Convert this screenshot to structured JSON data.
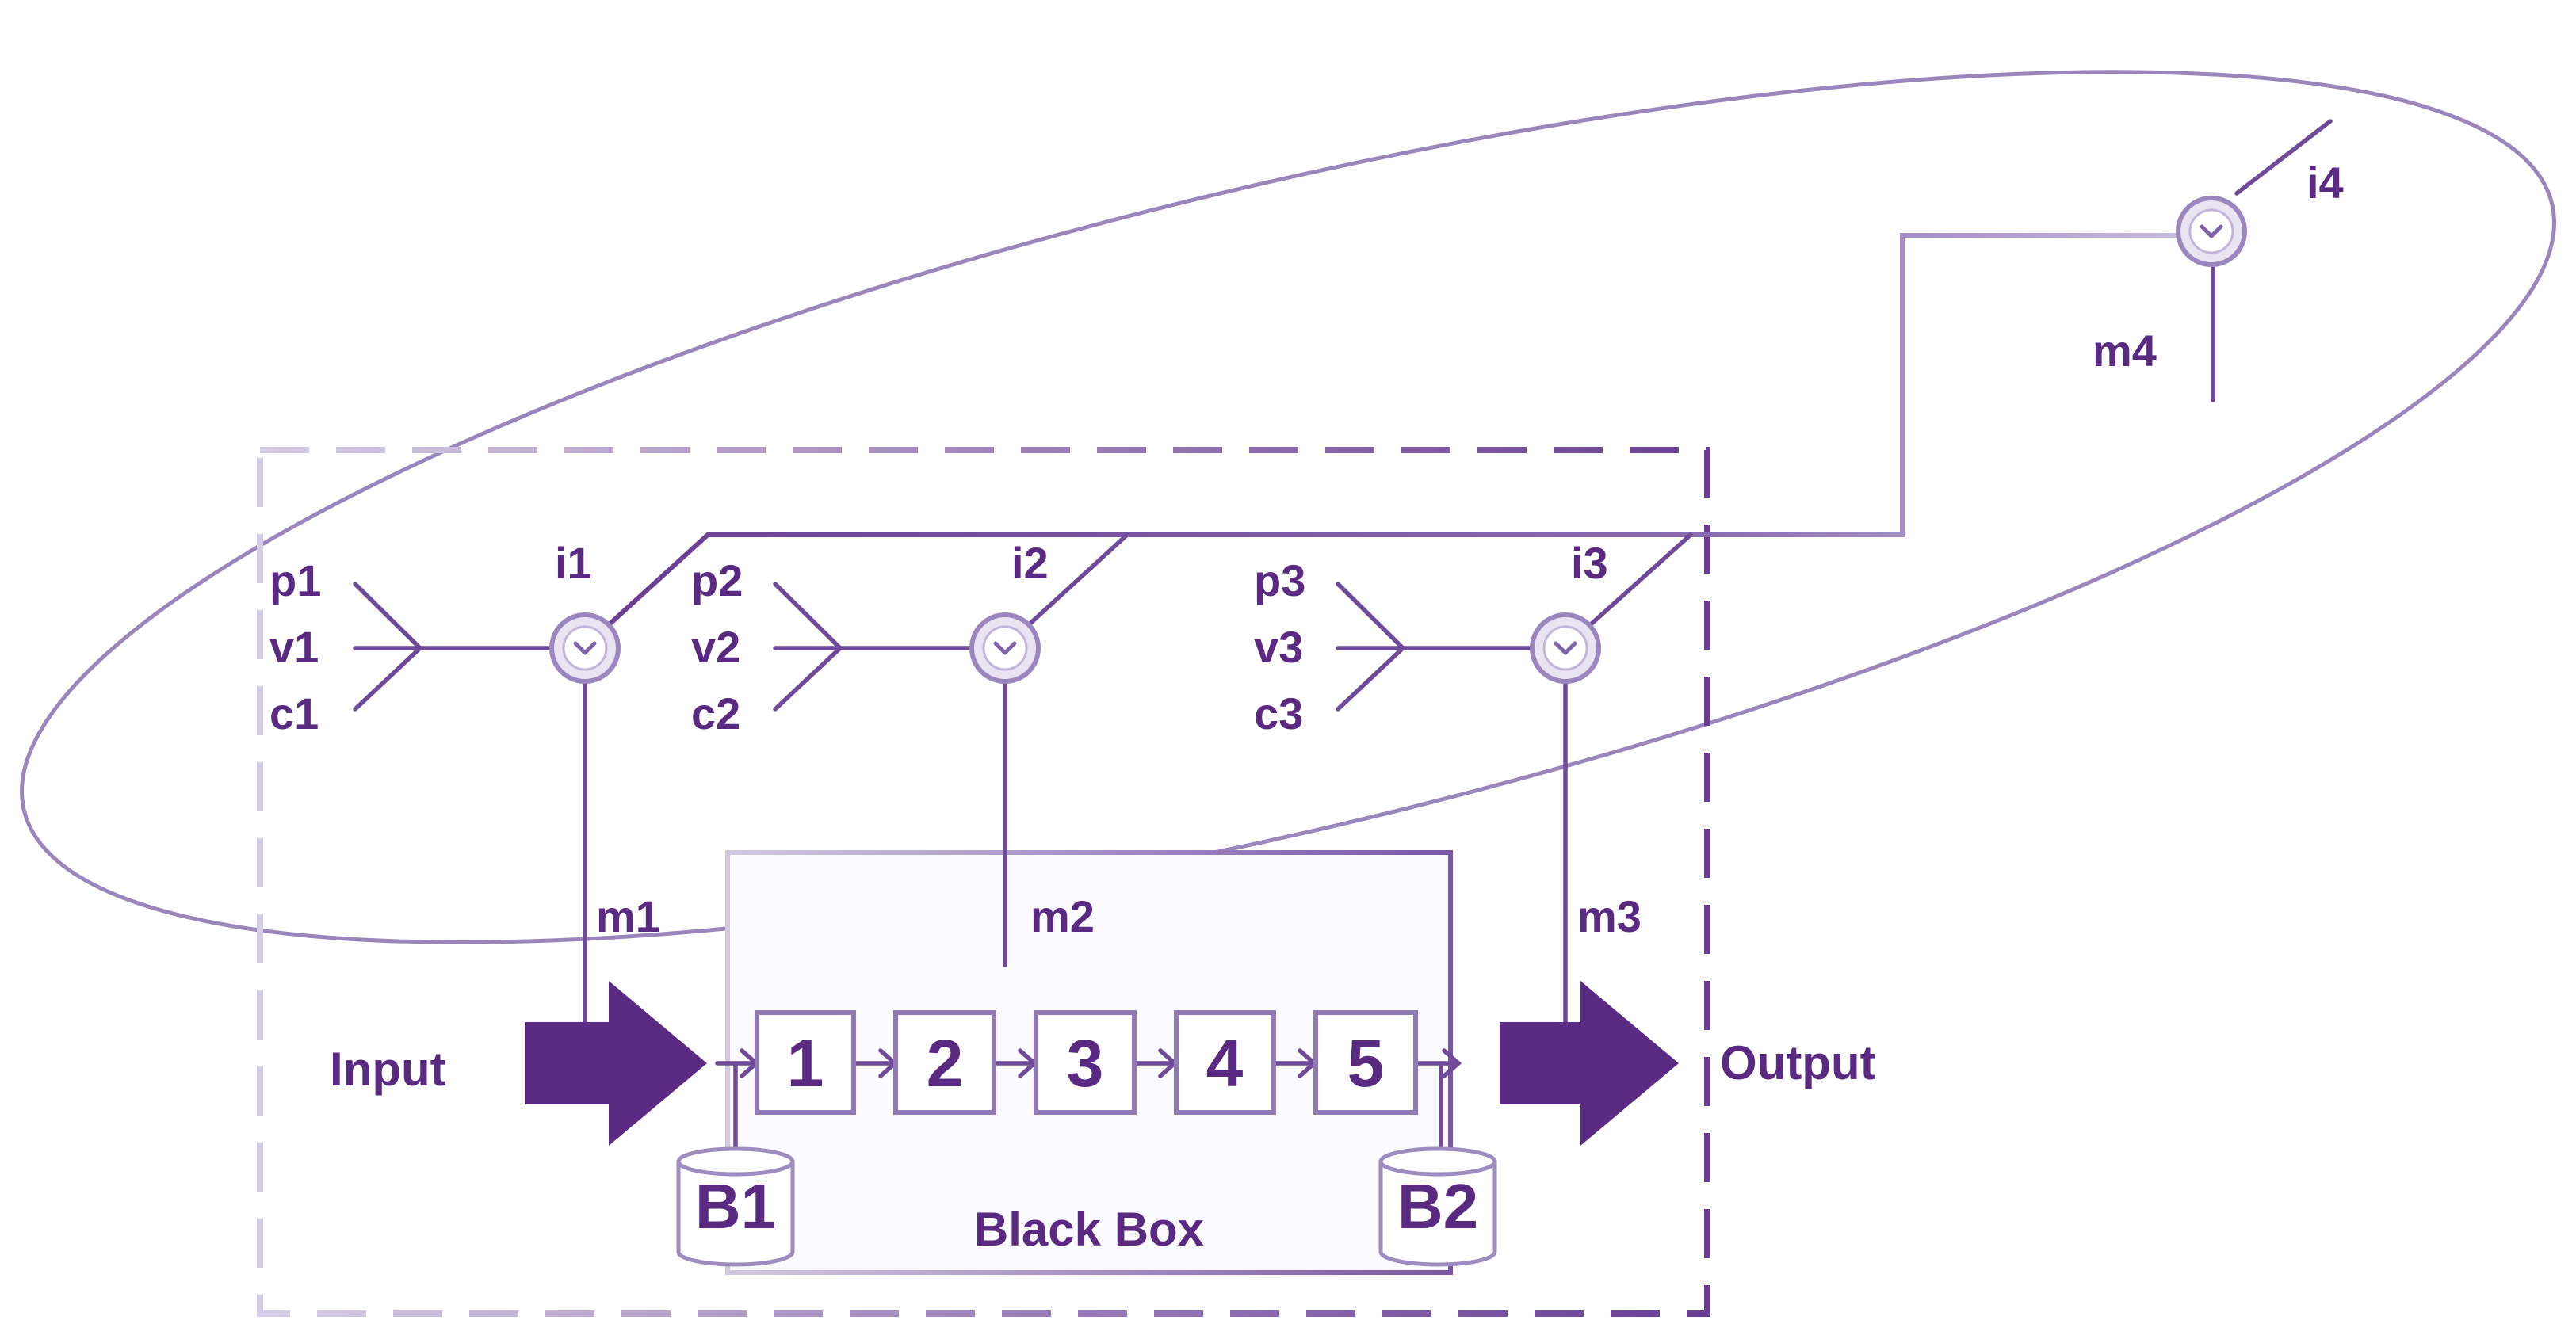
{
  "labels": {
    "p1": "p1",
    "v1": "v1",
    "c1": "c1",
    "i1": "i1",
    "m1": "m1",
    "p2": "p2",
    "v2": "v2",
    "c2": "c2",
    "i2": "i2",
    "m2": "m2",
    "p3": "p3",
    "v3": "v3",
    "c3": "c3",
    "i3": "i3",
    "m3": "m3",
    "i4": "i4",
    "m4": "m4",
    "input": "Input",
    "output": "Output",
    "black_box": "Black Box",
    "b1": "B1",
    "b2": "B2"
  },
  "steps": [
    "1",
    "2",
    "3",
    "4",
    "5"
  ],
  "colors": {
    "primary": "#5b2a82",
    "line": "#6e4a98",
    "light": "#c8bcdc"
  }
}
